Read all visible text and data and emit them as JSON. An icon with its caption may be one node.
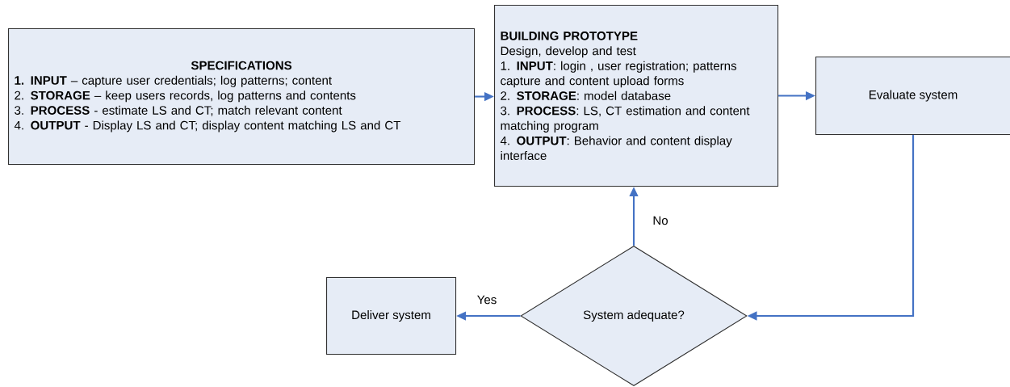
{
  "diagram": {
    "nodes": [
      {
        "text": [
          "SPECIFICATIONS",
          "**1. INPUT** – capture user credentials; log patterns; content",
          "2. **STORAGE** – keep users records, log patterns and contents",
          "3. **PROCESS** - estimate LS and CT; match relevant content",
          "4. **OUTPUT** - Display LS and CT; display content matching LS and CT"
        ]
      },
      {
        "text": [
          "BUILDING PROTOTYPE",
          "Design, develop and test",
          "1. **INPUT**: login , user registration; patterns capture and content upload forms",
          "2. **STORAGE**: model database",
          "3. **PROCESS**: LS, CT estimation and content matching program",
          "4. **OUTPUT**: Behavior and content display interface"
        ]
      },
      {
        "text": [
          "Evaluate system"
        ]
      },
      {
        "text": [
          "System adequate?"
        ]
      },
      {
        "text": [
          "Deliver system"
        ]
      }
    ],
    "edges": [
      {
        "from": 0,
        "to": 1,
        "arrow": "to"
      },
      {
        "from": 1,
        "to": 2,
        "arrow": "to"
      },
      {
        "from": 2,
        "to": 3,
        "arrow": "to"
      },
      {
        "from": 3,
        "to": 1,
        "arrow": "to",
        "label": "No"
      },
      {
        "from": 3,
        "to": 4,
        "arrow": "to",
        "label": "Yes"
      }
    ]
  }
}
